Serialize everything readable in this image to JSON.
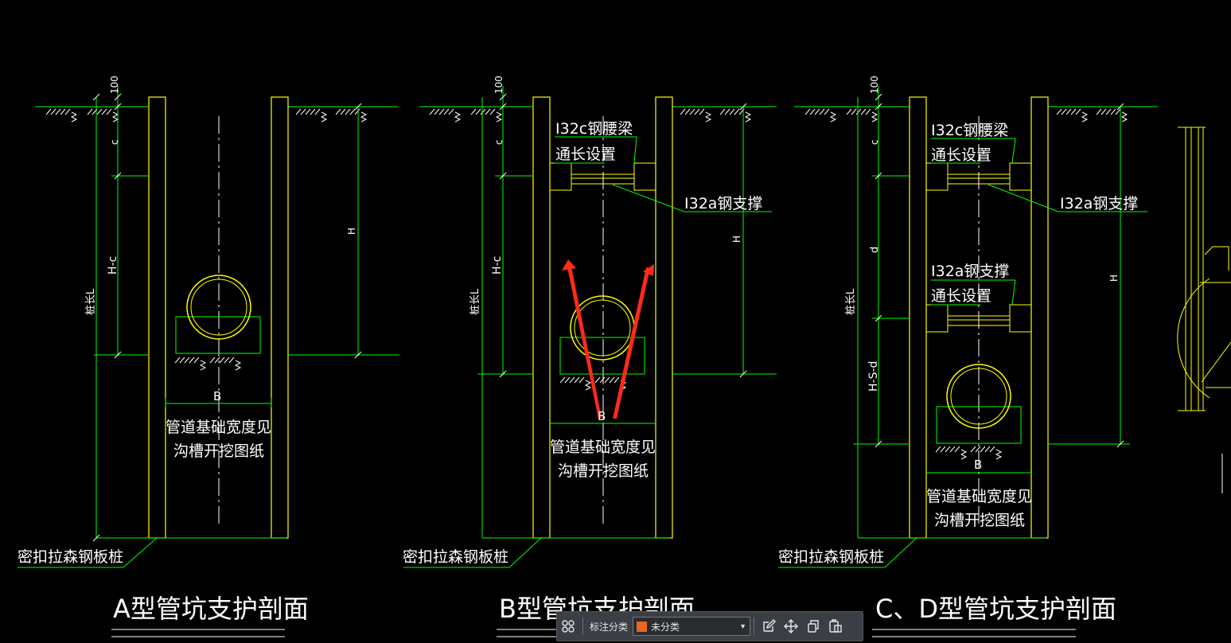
{
  "colors": {
    "background": "#000000",
    "dim": "#00ff00",
    "wall": "#ffff00",
    "text": "#ffffff",
    "arrow": "#ff2a1a",
    "swatch": "#e8661e"
  },
  "sections": [
    {
      "title": "A型管坑支护剖面",
      "dims": {
        "top": "100",
        "c": "c",
        "h_minus_c": "H-c",
        "h": "H",
        "pile": "桩长L",
        "b": "B"
      },
      "note_line1": "管道基础宽度见",
      "note_line2": "沟槽开挖图纸",
      "pile_label": "密扣拉森钢板桩"
    },
    {
      "title": "B型管坑支护剖面",
      "dims": {
        "top": "100",
        "c": "c",
        "h_minus_c": "H-c",
        "h": "H",
        "pile": "桩长L",
        "b": "B"
      },
      "waler_line1": "I32c钢腰梁",
      "waler_line2": "通长设置",
      "strut": "I32a钢支撑",
      "note_line1": "管道基础宽度见",
      "note_line2": "沟槽开挖图纸",
      "pile_label": "密扣拉森钢板桩"
    },
    {
      "title": "C、D型管坑支护剖面",
      "dims": {
        "top": "100",
        "c": "c",
        "d": "d",
        "h_minus_s_d": "H-S-d",
        "h": "H",
        "pile": "桩长L",
        "b": "B"
      },
      "waler_line1": "I32c钢腰梁",
      "waler_line2": "通长设置",
      "strut": "I32a钢支撑",
      "strut2_line1": "I32a钢支撑",
      "strut2_line2": "通长设置",
      "note_line1": "管道基础宽度见",
      "note_line2": "沟槽开挖图纸",
      "pile_label": "密扣拉森钢板桩"
    }
  ],
  "toolbar": {
    "category_label": "标注分类",
    "category_value": "未分类",
    "icons": [
      "grid-icon",
      "edit-icon",
      "move-icon",
      "copy-icon",
      "paste-icon"
    ]
  }
}
